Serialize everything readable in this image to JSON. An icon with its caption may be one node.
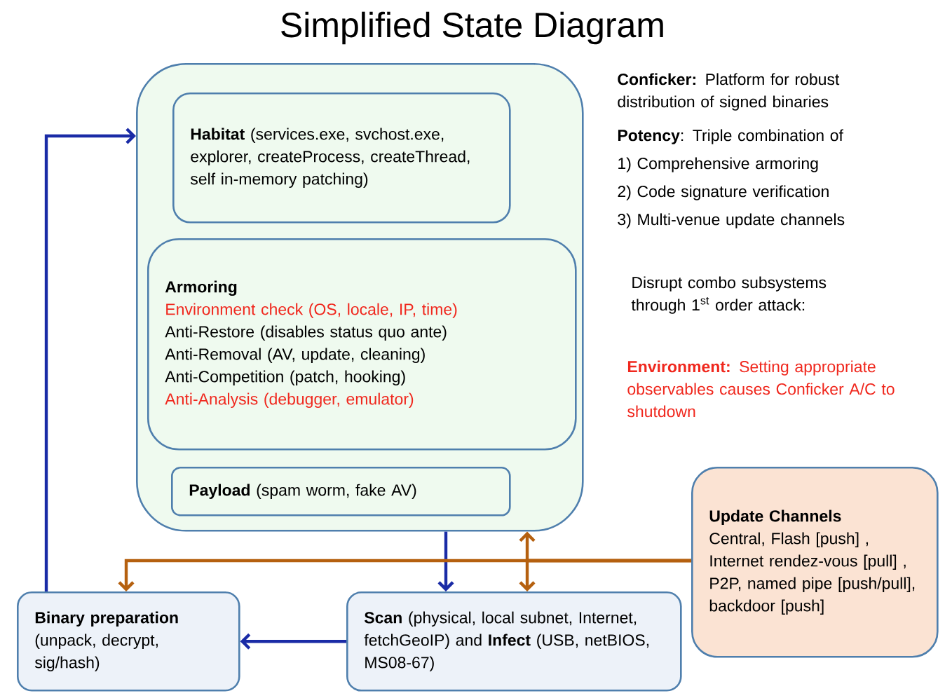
{
  "diagram": {
    "title": "Simplified State Diagram",
    "nodes": [
      {
        "text": [],
        "shape": "box"
      },
      {
        "text": [
          "**Habitat** (services.exe, svchost.exe, explorer, createProcess, createThread, self in-memory patching)"
        ],
        "in": 0
      },
      {
        "text": [
          "Armoring",
          "Environment check (OS, locale, IP, time)",
          "Anti-Restore  (disables status quo ante)",
          "Anti-Removal (AV, update, cleaning)",
          "Anti-Competition  (patch, hooking)",
          "Anti-Analysis (debugger, emulator)"
        ],
        "in": 0
      },
      {
        "text": [
          "**Payload** (spam worm, fake AV)"
        ],
        "in": 0
      },
      {
        "text": [
          "Binary preparation",
          "(unpack, decrypt, sig/hash)"
        ]
      },
      {
        "text": [
          "**Scan** (physical, local subnet, Internet, fetchGeoIP) and **Infect** (USB, netBIOS, MS08-67)"
        ]
      },
      {
        "text": [
          "Update Channels",
          "Central, Flash [push] , Internet rendez-vous [pull] , P2P, named pipe [push/pull], backdoor [push]"
        ]
      }
    ],
    "edges": [
      {
        "from": 4,
        "to": 0,
        "arrow": "to",
        "color": "#1a2ba6"
      },
      {
        "from": 0,
        "to": 5,
        "arrow": "to",
        "color": "#1a2ba6"
      },
      {
        "from": 5,
        "to": 4,
        "arrow": "to",
        "color": "#1a2ba6"
      },
      {
        "from": 6,
        "to": 4,
        "arrow": "to",
        "color": "#b5600f"
      },
      {
        "from": 6,
        "to": 0,
        "arrow": "to",
        "color": "#b5600f"
      },
      {
        "from": 6,
        "to": 5,
        "arrow": "to",
        "color": "#b5600f"
      }
    ],
    "labels": [
      "**Conficker:** Platform for robust distribution of signed binaries",
      "**Potency**: Triple combination of",
      "1) Comprehensive armoring",
      "2) Code signature verification",
      "3) Multi-venue update channels",
      "Disrupt combo subsystems through 1$^{st}$ order attack:",
      "**Environment:** Setting appropriate observables causes Conficker A/C to shutdown"
    ]
  }
}
